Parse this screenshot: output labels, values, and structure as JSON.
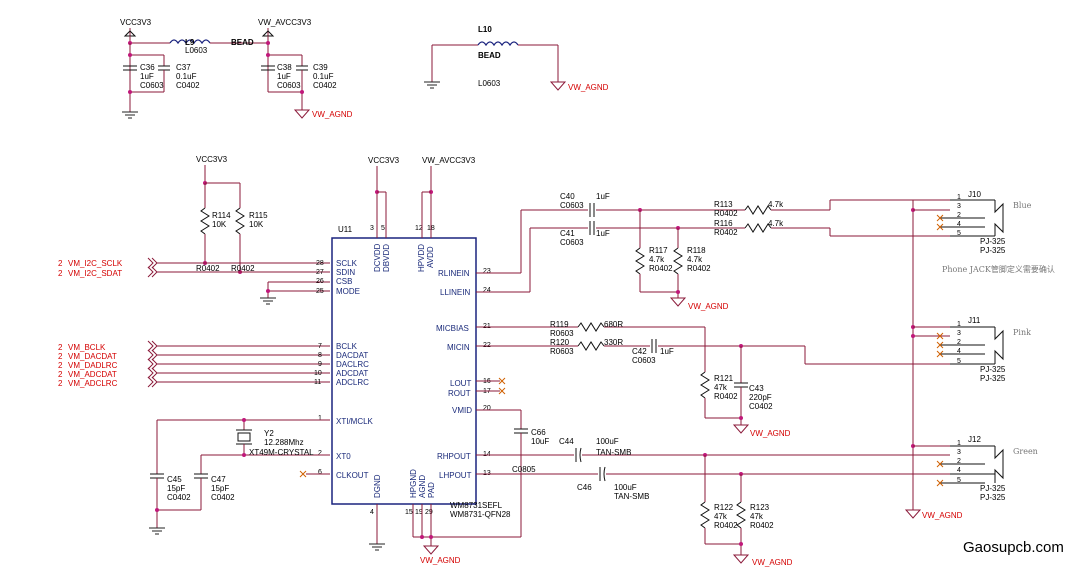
{
  "watermark": "Gaosupcb.com",
  "nets": {
    "vcc3v3": "VCC3V3",
    "vw_avcc3v3": "VW_AVCC3V3",
    "vw_agnd": "VW_AGND",
    "vw_i2c_sclk": "VM_I2C_SCLK",
    "vw_i2c_sdat": "VM_I2C_SDAT",
    "vw_bclk": "VM_BCLK",
    "vw_dacdat": "VM_DACDAT",
    "vw_dadlrc": "VM_DADLRC",
    "vw_adcdat": "VM_ADCDAT",
    "vw_adclrc": "VM_ADCLRC",
    "sheet_ref": "2"
  },
  "power_filter": {
    "l9": {
      "ref": "L9",
      "type": "BEAD",
      "pkg": "L0603"
    },
    "c36": {
      "ref": "C36",
      "value": "1uF",
      "pkg": "C0603"
    },
    "c37": {
      "ref": "C37",
      "value": "0.1uF",
      "pkg": "C0402"
    },
    "c38": {
      "ref": "C38",
      "value": "1uF",
      "pkg": "C0603"
    },
    "c39": {
      "ref": "C39",
      "value": "0.1uF",
      "pkg": "C0402"
    },
    "l10": {
      "ref": "L10",
      "type": "BEAD",
      "pkg": "L0603"
    }
  },
  "resistors": {
    "r114": {
      "ref": "R114",
      "value": "10K",
      "pkg": "R0402"
    },
    "r115": {
      "ref": "R115",
      "value": "10K",
      "pkg": "R0402"
    },
    "r113": {
      "ref": "R113",
      "value": "4.7k",
      "pkg": "R0402"
    },
    "r116": {
      "ref": "R116",
      "value": "4.7k",
      "pkg": "R0402"
    },
    "r117": {
      "ref": "R117",
      "value": "4.7k",
      "pkg": "R0402"
    },
    "r118": {
      "ref": "R118",
      "value": "4.7k",
      "pkg": "R0402"
    },
    "r119": {
      "ref": "R119",
      "value": "680R",
      "pkg": "R0603"
    },
    "r120": {
      "ref": "R120",
      "value": "330R",
      "pkg": "R0603"
    },
    "r121": {
      "ref": "R121",
      "value": "47k",
      "pkg": "R0402"
    },
    "r122": {
      "ref": "R122",
      "value": "47k",
      "pkg": "R0402"
    },
    "r123": {
      "ref": "R123",
      "value": "47k",
      "pkg": "R0402"
    }
  },
  "capacitors": {
    "c40": {
      "ref": "C40",
      "value": "1uF",
      "pkg": "C0603"
    },
    "c41": {
      "ref": "C41",
      "value": "1uF",
      "pkg": "C0603"
    },
    "c42": {
      "ref": "C42",
      "value": "1uF",
      "pkg": "C0603"
    },
    "c43": {
      "ref": "C43",
      "value": "220pF",
      "pkg": "C0402"
    },
    "c44": {
      "ref": "C44",
      "value": "100uF",
      "pkg": "TAN-SMB"
    },
    "c46": {
      "ref": "C46",
      "value": "100uF",
      "pkg": "TAN-SMB"
    },
    "c66": {
      "ref": "C66",
      "value": "10uF",
      "pkg": "C0805"
    },
    "c45": {
      "ref": "C45",
      "value": "15pF",
      "pkg": "C0402"
    },
    "c47": {
      "ref": "C47",
      "value": "15pF",
      "pkg": "C0402"
    }
  },
  "crystal": {
    "ref": "Y2",
    "freq": "12.288Mhz",
    "part": "XT49M-CRYSTAL"
  },
  "codec": {
    "ref": "U11",
    "part": "WM8731SEFL",
    "pkg": "WM8731-QFN28",
    "left_pins": [
      {
        "num": "28",
        "name": "SCLK"
      },
      {
        "num": "27",
        "name": "SDIN"
      },
      {
        "num": "26",
        "name": "CSB"
      },
      {
        "num": "25",
        "name": "MODE"
      },
      {
        "num": "7",
        "name": "BCLK"
      },
      {
        "num": "8",
        "name": "DACDAT"
      },
      {
        "num": "9",
        "name": "DACLRC"
      },
      {
        "num": "10",
        "name": "ADCDAT"
      },
      {
        "num": "11",
        "name": "ADCLRC"
      },
      {
        "num": "1",
        "name": "XTI/MCLK"
      },
      {
        "num": "2",
        "name": "XT0"
      },
      {
        "num": "6",
        "name": "CLKOUT"
      }
    ],
    "right_pins": [
      {
        "num": "23",
        "name": "RLINEIN"
      },
      {
        "num": "24",
        "name": "LLINEIN"
      },
      {
        "num": "21",
        "name": "MICBIAS"
      },
      {
        "num": "22",
        "name": "MICIN"
      },
      {
        "num": "16",
        "name": "LOUT"
      },
      {
        "num": "17",
        "name": "ROUT"
      },
      {
        "num": "20",
        "name": "VMID"
      },
      {
        "num": "14",
        "name": "RHPOUT"
      },
      {
        "num": "13",
        "name": "LHPOUT"
      }
    ],
    "top_pins": [
      {
        "num": "3",
        "name": "DCVDD"
      },
      {
        "num": "5",
        "name": "DBVDD"
      },
      {
        "num": "12",
        "name": "HPVDD"
      },
      {
        "num": "18",
        "name": "AVDD"
      }
    ],
    "bottom_pins": [
      {
        "num": "4",
        "name": "DGND"
      },
      {
        "num": "15",
        "name": "HPGND"
      },
      {
        "num": "19",
        "name": "AGND"
      },
      {
        "num": "29",
        "name": "PAD"
      }
    ]
  },
  "jacks": [
    {
      "ref": "J10",
      "part": "PJ-325",
      "label": "Blue",
      "pins": [
        "1",
        "3",
        "2",
        "4",
        "5"
      ]
    },
    {
      "ref": "J11",
      "part": "PJ-325",
      "label": "Pink",
      "pins": [
        "1",
        "3",
        "2",
        "4",
        "5"
      ]
    },
    {
      "ref": "J12",
      "part": "PJ-325",
      "label": "Green",
      "pins": [
        "1",
        "3",
        "2",
        "4",
        "5"
      ]
    }
  ],
  "note": "Phone JACK管脚定义需要确认"
}
